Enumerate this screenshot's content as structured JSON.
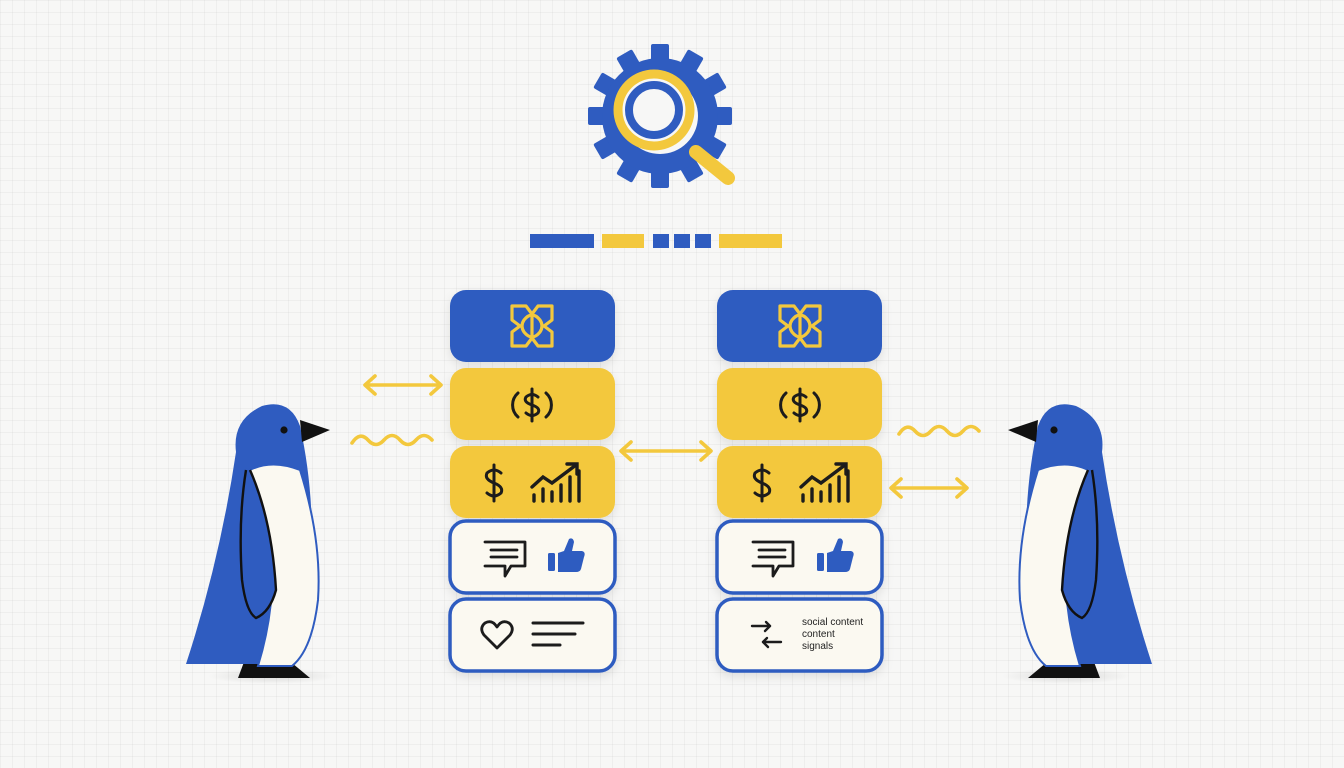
{
  "colors": {
    "blue": "#2f5cc0",
    "yellow": "#f3c83d",
    "cream": "#fbf9f1",
    "ink": "#1a1a1a",
    "background": "#f7f7f6"
  },
  "header": {
    "icon": "gear-magnifier-icon",
    "divider_segments": [
      "blue",
      "yellow",
      "blue",
      "blue",
      "blue",
      "yellow"
    ]
  },
  "left_stack": {
    "cards": [
      {
        "color": "blue",
        "icon": "knot-logo-icon"
      },
      {
        "color": "yellow",
        "icon": "coin-dollar-icon"
      },
      {
        "color": "yellow",
        "icons": [
          "dollar-icon",
          "growth-chart-icon"
        ]
      },
      {
        "color": "cream",
        "icons": [
          "chat-bubble-icon",
          "thumbs-up-icon"
        ]
      },
      {
        "color": "cream",
        "icons": [
          "heart-icon",
          "text-lines-icon"
        ]
      }
    ]
  },
  "right_stack": {
    "cards": [
      {
        "color": "blue",
        "icon": "knot-logo-icon"
      },
      {
        "color": "yellow",
        "icon": "coin-dollar-icon"
      },
      {
        "color": "yellow",
        "icons": [
          "dollar-icon",
          "growth-chart-icon"
        ]
      },
      {
        "color": "cream",
        "icons": [
          "chat-bubble-icon",
          "thumbs-up-icon"
        ]
      },
      {
        "color": "cream",
        "icon": "exchange-arrows-icon",
        "text_lines": [
          "social content",
          "content",
          "signals"
        ]
      }
    ]
  },
  "connectors": [
    "double-arrow-icon",
    "wave-icon",
    "double-arrow-icon",
    "wave-icon",
    "double-arrow-icon"
  ],
  "figures": [
    "penguin-left",
    "penguin-right"
  ]
}
